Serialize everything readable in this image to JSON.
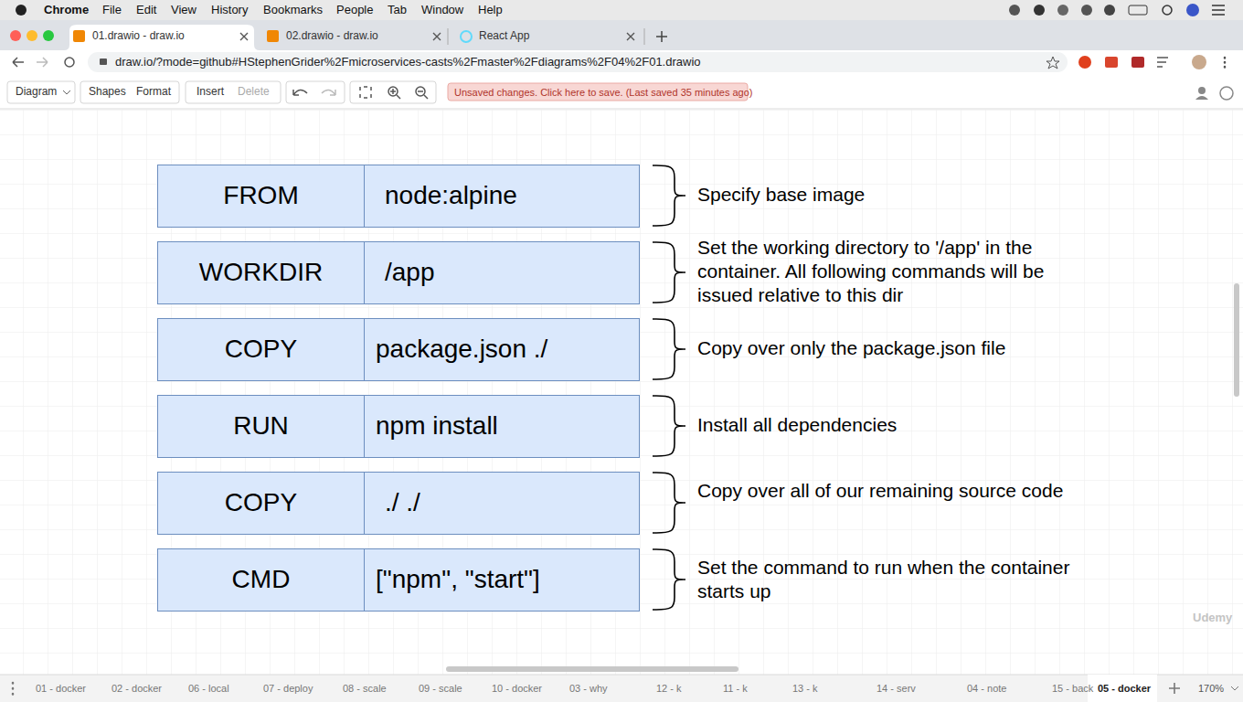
{
  "diagram": {
    "nodes": [
      {
        "text": [
          "FROM"
        ]
      },
      {
        "text": [
          "node:alpine"
        ]
      },
      {
        "text": [
          "WORKDIR"
        ]
      },
      {
        "text": [
          "/app"
        ]
      },
      {
        "text": [
          "COPY"
        ]
      },
      {
        "text": [
          "package.json ./"
        ]
      },
      {
        "text": [
          "RUN"
        ]
      },
      {
        "text": [
          "npm install"
        ]
      },
      {
        "text": [
          "COPY"
        ]
      },
      {
        "text": [
          "./ ./"
        ]
      },
      {
        "text": [
          "CMD"
        ]
      },
      {
        "text": [
          "[\"npm\", \"start\"]"
        ]
      }
    ],
    "labels": [
      "Chrome",
      "File",
      "Edit",
      "View",
      "History",
      "Bookmarks",
      "People",
      "Tab",
      "Window",
      "Help",
      "01.drawio - draw.io",
      "02.drawio - draw.io",
      "React App",
      "draw.io/?mode=github#HStephenGrider%2Fmicroservices-casts%2Fmaster%2Fdiagrams%2F04%2F01.drawio",
      "Diagram",
      "Shapes",
      "Format",
      "Insert",
      "Delete",
      "Unsaved changes. Click here to save. (Last saved 35 minutes ago)",
      "Specify base image",
      "Set the working directory to '/app' in the container. All following commands will be issued relative to this dir",
      "Copy over only the package.json file",
      "Install all dependencies",
      "Copy over all of our remaining source code",
      "Set the command to run when the container starts up",
      "01 - docker",
      "02 - docker",
      "06 - local",
      "07 - deploy",
      "08 - scale",
      "09 - scale",
      "10 - docker",
      "03 - why",
      "12 - k",
      "11 - k",
      "13 - k",
      "14 - serv",
      "04 - note",
      "15 - back",
      "05 - docker",
      "170%",
      "Udemy"
    ]
  }
}
